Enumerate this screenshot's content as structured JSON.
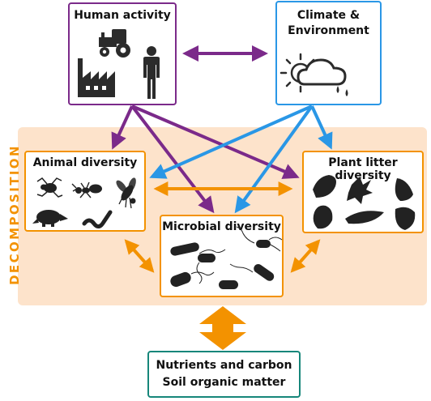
{
  "side_label": "DECOMPOSITION",
  "boxes": {
    "human": "Human activity",
    "climate_line1": "Climate &",
    "climate_line2": "Environment",
    "animal": "Animal diversity",
    "plant": "Plant litter diversity",
    "microbial": "Microbial diversity",
    "output_line1": "Nutrients and carbon",
    "output_line2": "Soil organic matter"
  },
  "colors": {
    "purple": "#7b2a8a",
    "blue": "#2a97e6",
    "orange": "#f39200",
    "teal": "#16867a",
    "band": "#fde3cb"
  },
  "icons": [
    "tractor-icon",
    "factory-icon",
    "person-icon",
    "cloud-sun-rain-icon",
    "spider-icon",
    "ant-icon",
    "fly-icon",
    "mole-icon",
    "worm-icon",
    "leaf-icon",
    "bacteria-icon"
  ]
}
